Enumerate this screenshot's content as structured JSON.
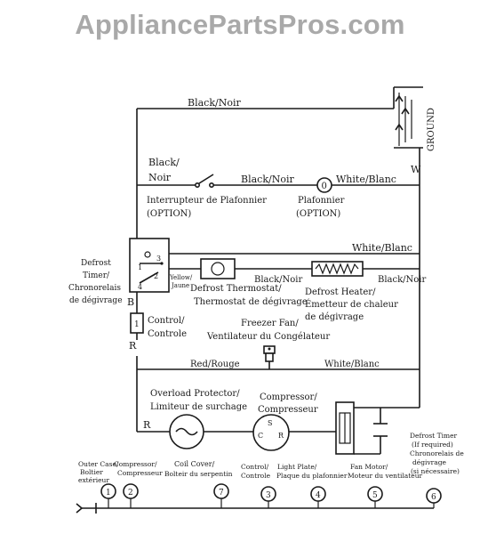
{
  "watermark": "AppliancePartsPros.com",
  "wires": {
    "top": "Black/Noir",
    "ground": "GROUND",
    "ground_tag": "W",
    "row2_black": "Black/Noir",
    "row2_white": "White/Blanc",
    "row3_white": "White/Blanc",
    "thermostat_black": "Black/Noir",
    "heater_black": "Black/Noir",
    "red": "Red/Rouge",
    "white_lower": "White/Blanc"
  },
  "components": {
    "light_switch": [
      "Black/",
      "Noir",
      "Interrupteur de Plafonnier",
      "(OPTION)"
    ],
    "light": [
      "Plafonnier",
      "(OPTION)"
    ],
    "light_symbol": "0",
    "defrost_timer_left": [
      "Defrost",
      "Timer/",
      "Chronorelais",
      "de dégivrage"
    ],
    "timer_terminals": [
      "3",
      "1",
      "2",
      "4"
    ],
    "timer_wire": [
      "Yellow/",
      "Jaune"
    ],
    "timer_B": "B",
    "defrost_thermostat": [
      "Defrost Thermostat/",
      "Thermostat de dégivrage"
    ],
    "defrost_heater": [
      "Defrost Heater/",
      "Émetteur de chaleur",
      "de dégivrage"
    ],
    "control": [
      "Control/",
      "Controle"
    ],
    "control_num": "1",
    "control_R": "R",
    "freezer_fan": [
      "Freezer Fan/",
      "Ventilateur du Congélateur"
    ],
    "overload": [
      "Overload Protector/",
      "Limiteur de surchage"
    ],
    "overload_R": "R",
    "compressor": [
      "Compressor/",
      "Compresseur"
    ],
    "compressor_pins": [
      "S",
      "C",
      "R"
    ],
    "defrost_timer_right": [
      "Defrost Timer",
      "(If required)",
      "Chronorelais de",
      "dégivrage",
      "(si nécessaire)"
    ]
  },
  "connector": {
    "labels": [
      [
        "Outer Case/",
        "Boltier",
        "extérieur"
      ],
      [
        "Compressor/",
        "Compresseur"
      ],
      [
        "Coil Cover/",
        "Bolteir du serpentin"
      ],
      [
        "Control/",
        "Controle"
      ],
      [
        "Light Plate/",
        "Plaque du plafonnier"
      ],
      [
        "Fan Motor/",
        "Moteur du ventilateur"
      ]
    ],
    "pins": [
      "1",
      "2",
      "7",
      "3",
      "4",
      "5",
      "6"
    ]
  }
}
